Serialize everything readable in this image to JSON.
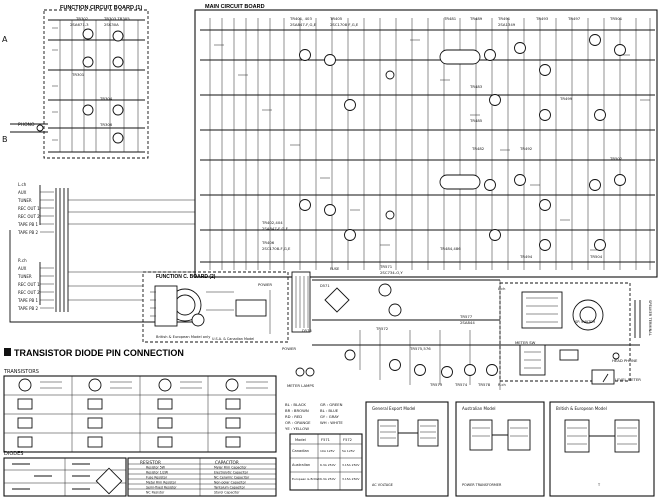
{
  "margin_marks": {
    "a": "A",
    "b": "B"
  },
  "boards": {
    "function_board_1": "FUNCTION CIRCUIT BOARD (1)",
    "main_board": "MAIN CIRCUIT BOARD",
    "function_board_2": "FUNCTION C. BOARD (2)",
    "board_2_note": "British & European Model only"
  },
  "transistor_labels": [
    {
      "text": "TR302"
    },
    {
      "text": "2SA671-3"
    },
    {
      "text": "TR303 TR305"
    },
    {
      "text": "2SK30A"
    },
    {
      "text": "TR301"
    },
    {
      "text": "TR304"
    },
    {
      "text": "TR306"
    },
    {
      "text": "TR401, 403"
    },
    {
      "text": "2SA847-F,G,E"
    },
    {
      "text": "TR405"
    },
    {
      "text": "2SC1708 F,G,E"
    },
    {
      "text": "TR481"
    },
    {
      "text": "TR489"
    },
    {
      "text": "TR491"
    },
    {
      "text": "2SA1349"
    },
    {
      "text": "TR493"
    },
    {
      "text": "TR497"
    },
    {
      "text": "TR501"
    },
    {
      "text": "TR483"
    },
    {
      "text": "TR485"
    },
    {
      "text": "TR499"
    },
    {
      "text": "TR402,404"
    },
    {
      "text": "2SA847-F,G,E"
    },
    {
      "text": "TR406"
    },
    {
      "text": "2SC1708-F,G,E"
    },
    {
      "text": "TR482"
    },
    {
      "text": "TR492"
    },
    {
      "text": "TR502"
    },
    {
      "text": "TR484,486"
    },
    {
      "text": "TR494"
    },
    {
      "text": "TR504"
    },
    {
      "text": "TR571"
    },
    {
      "text": "2SC734-O,Y"
    },
    {
      "text": "TR577"
    },
    {
      "text": "2SA844"
    },
    {
      "text": "TR572"
    },
    {
      "text": "TR573"
    },
    {
      "text": "TR574"
    },
    {
      "text": "TR575,576"
    },
    {
      "text": "TR578"
    }
  ],
  "inputs_left": [
    "PHONO",
    "L.ch",
    "AUX",
    "TUNER",
    "REC OUT 1",
    "REC OUT 2",
    "TAPE PB 1",
    "TAPE PB 2",
    "R.ch",
    "AUX",
    "TUNER",
    "REC OUT 1",
    "REC OUT 2",
    "TAPE PB 1",
    "TAPE PB 2"
  ],
  "misc_labels": [
    {
      "text": "POWER"
    },
    {
      "text": "U.S.A. & Canadian Model"
    },
    {
      "text": "METER LAMPS"
    },
    {
      "text": "METER SW"
    },
    {
      "text": "SP. SWITCH"
    },
    {
      "text": "HEAD PHONE"
    },
    {
      "text": "LEVEL METER"
    },
    {
      "text": "SPEAKER TERMINAL"
    },
    {
      "text": "POWER"
    },
    {
      "text": "D576"
    },
    {
      "text": "D571"
    },
    {
      "text": "FUSE"
    },
    {
      "text": "L.ch"
    },
    {
      "text": "R.ch"
    }
  ],
  "section_title": "TRANSISTOR DIODE PIN CONNECTION",
  "transistors_label": "TRANSISTORS",
  "diodes_label": "DIODES",
  "resistor_label": "RESISTOR",
  "capacitor_label": "CAPACITOR",
  "resistor_rows": [
    "Resistor 5W",
    "Resistor 1/2W",
    "Fuse Resistor",
    "Metal Film Resistor",
    "Semi-fixed Resistor",
    "NC Resistor"
  ],
  "capacitor_rows": [
    "Mylar Film Capacitor",
    "Electrolytic Capacitor",
    "NC Ceramic Capacitor",
    "Non-polar Capacitor",
    "Tantalum Capacitor",
    "Styrol Capacitor"
  ],
  "wire_colors": [
    "BL : BLACK",
    "GR : GREEN",
    "BR : BROWN",
    "BL : BLUE",
    "RD : RED",
    "GY : GRAY",
    "OR : ORANGE",
    "WH : WHITE",
    "YE : YELLOW",
    "BL : BLACK"
  ],
  "fuse_table": {
    "headers": [
      "Model",
      "F571",
      "F572"
    ],
    "rows": [
      [
        "Canadian",
        "10A 125V",
        "5A 125V"
      ],
      [
        "Australian",
        "6.3A 250V",
        "3.15A 250V"
      ],
      [
        "European & British",
        "6.3A 250V",
        "3.15A 250V"
      ]
    ]
  },
  "transformer_boxes": [
    {
      "title": "General Export Model"
    },
    {
      "title": "Australian Model"
    },
    {
      "title": "British & European Model"
    }
  ],
  "trans_box_labels": [
    "AC VOLTAGE",
    "POWER TRANSFORMER",
    "T"
  ]
}
